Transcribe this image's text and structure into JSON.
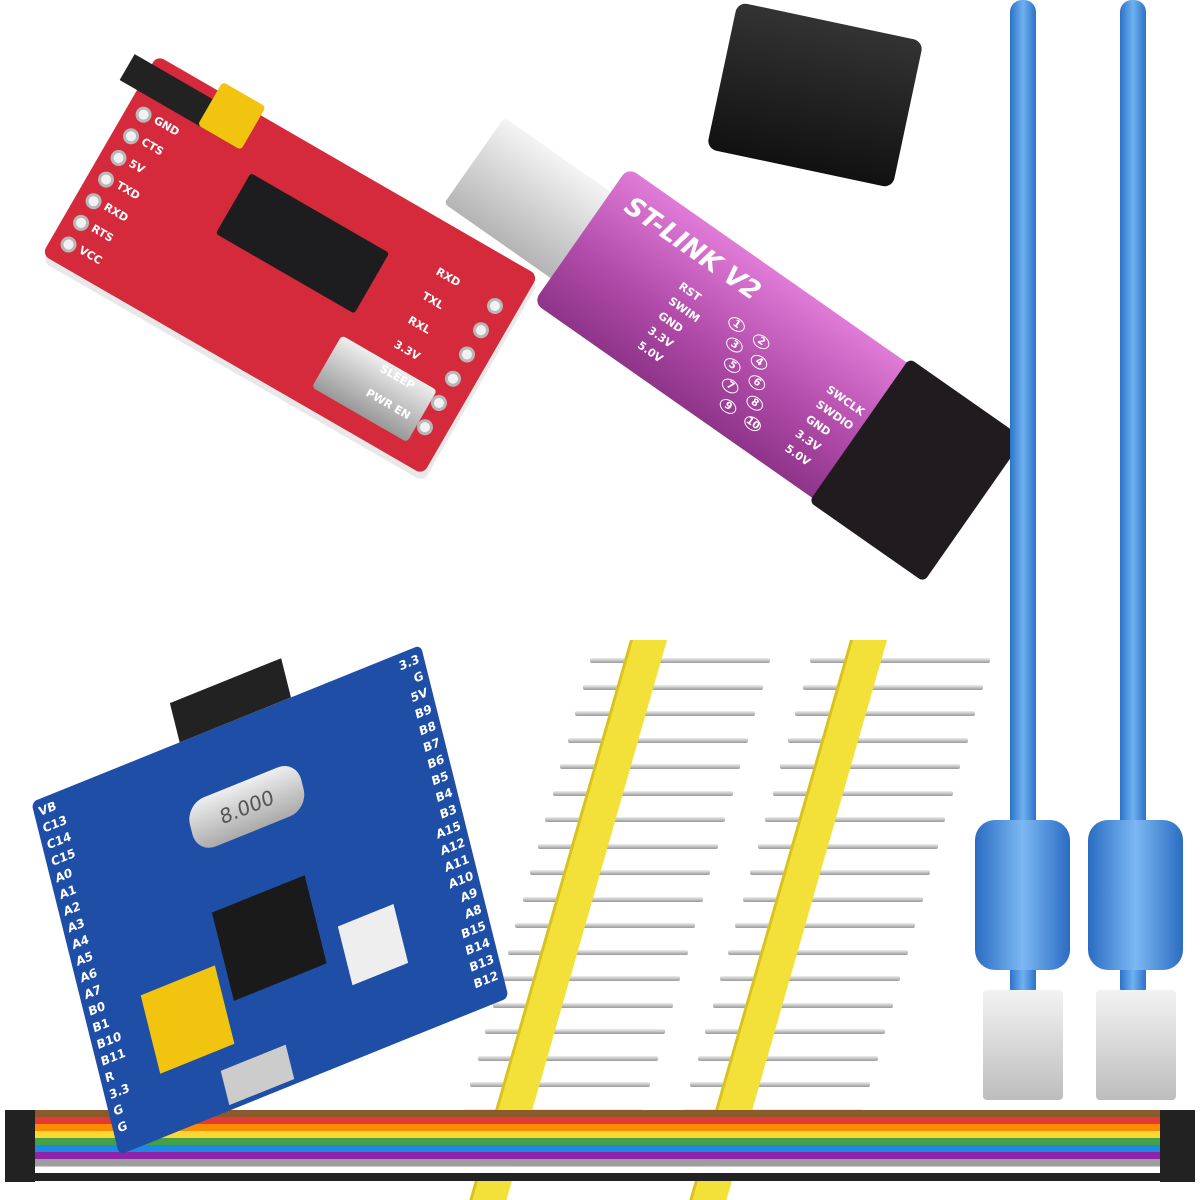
{
  "ftdi_board": {
    "labels": [
      "GND",
      "CTS",
      "5V",
      "TXD",
      "RXD",
      "RTS",
      "VCC",
      "RXD",
      "TXL",
      "RXL",
      "3.3V",
      "SLEEP",
      "PWR EN"
    ],
    "color": "#d42a3b"
  },
  "stlink": {
    "title": "ST-LINK V2",
    "left_labels": [
      "RST",
      "SWIM",
      "GND",
      "3.3V",
      "5.0V"
    ],
    "right_labels": [
      "SWCLK",
      "SWDIO",
      "GND",
      "3.3V",
      "5.0V"
    ],
    "pins": [
      "1",
      "2",
      "3",
      "4",
      "5",
      "6",
      "7",
      "8",
      "9",
      "10"
    ],
    "color": "#b04aa8"
  },
  "blue_pill": {
    "crystal": "8.000",
    "left_labels": [
      "VB",
      "C13",
      "C14",
      "C15",
      "A0",
      "A1",
      "A2",
      "A3",
      "A4",
      "A5",
      "A6",
      "A7",
      "B0",
      "B1",
      "B10",
      "B11",
      "R",
      "3.3",
      "G",
      "G"
    ],
    "right_labels": [
      "3.3",
      "G",
      "5V",
      "B9",
      "B8",
      "B7",
      "B6",
      "B5",
      "B4",
      "B3",
      "A15",
      "A12",
      "A11",
      "A10",
      "A9",
      "A8",
      "B15",
      "B14",
      "B13",
      "B12"
    ],
    "color": "#1f4ea6"
  },
  "cables": {
    "color": "#2c72c8",
    "count": 2
  },
  "headers": {
    "color": "#f3e13a",
    "count": 2,
    "pins_each": 20
  },
  "wires": {
    "colors": [
      "#8b5a2b",
      "#e53935",
      "#fb8c00",
      "#fdd835",
      "#43a047",
      "#1e88e5",
      "#8e24aa",
      "#9e9e9e",
      "#ffffff",
      "#222222"
    ]
  }
}
